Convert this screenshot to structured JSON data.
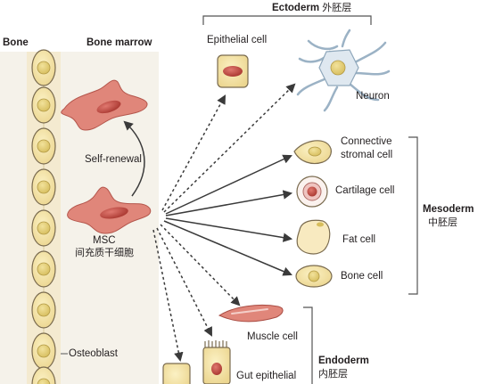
{
  "headers": {
    "bone": "Bone",
    "bone_marrow": "Bone marrow"
  },
  "germ_layers": {
    "ectoderm": {
      "name": "Ectoderm",
      "zh": "外胚层"
    },
    "mesoderm": {
      "name": "Mesoderm",
      "zh": "中胚层"
    },
    "endoderm": {
      "name": "Endoderm",
      "zh": "内胚层"
    }
  },
  "msc": {
    "name": "MSC",
    "zh": "间充质干细胞"
  },
  "self_renewal": "Self-renewal",
  "osteoblast": "Osteoblast",
  "cells": {
    "epithelial": "Epithelial cell",
    "neuron": "Neuron",
    "connective_1": "Connective",
    "connective_2": "stromal cell",
    "cartilage": "Cartilage cell",
    "fat": "Fat cell",
    "bone": "Bone cell",
    "muscle": "Muscle cell",
    "gut": "Gut epithelial"
  },
  "colors": {
    "bone_strip": "#f6efdc",
    "marrow": "#f5f2ea",
    "cell_fill": "#f3df9a",
    "cell_outline": "#7a6b4f",
    "nucleus": "#e3cf7d",
    "msc": "#e0867a",
    "msc_nucleus": "#c24a42",
    "arrow": "#3a3a3a"
  }
}
